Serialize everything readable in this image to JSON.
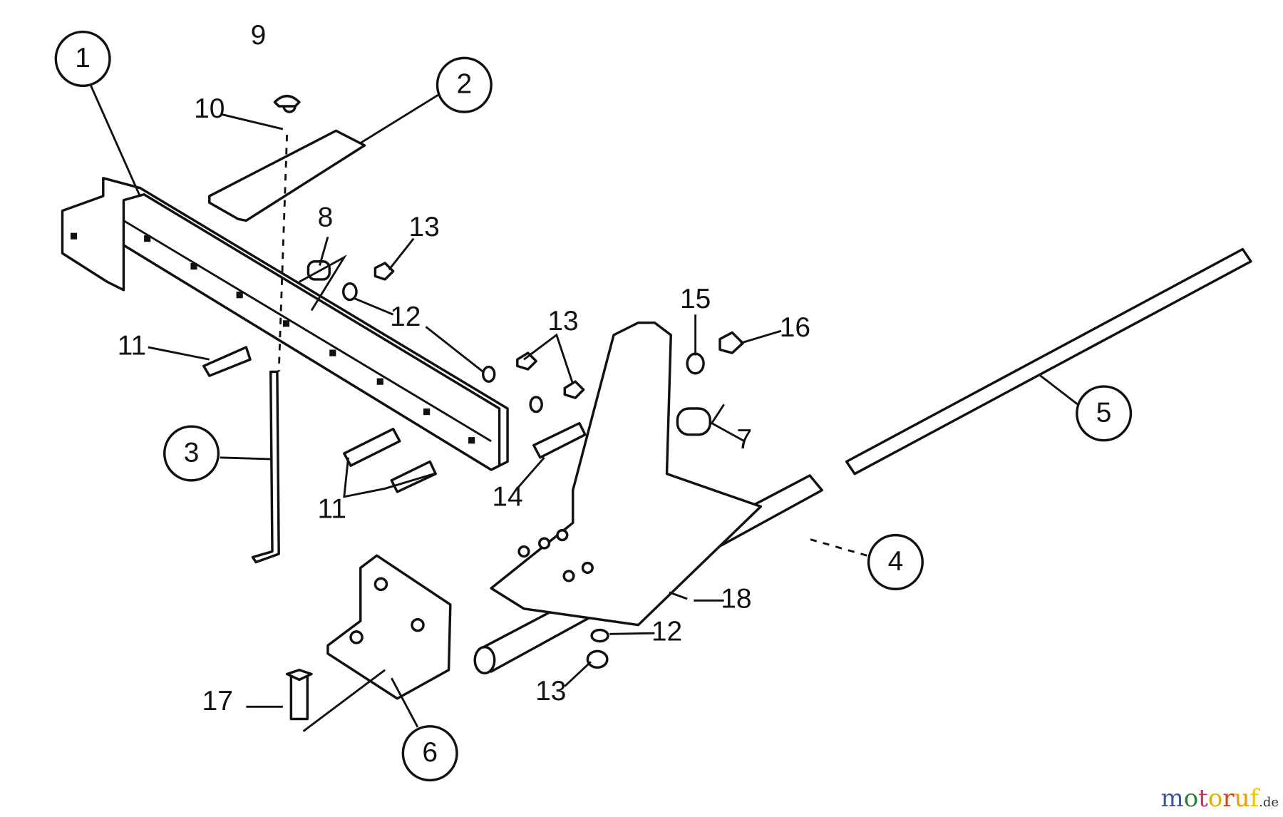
{
  "callouts": {
    "circled": [
      "1",
      "2",
      "3",
      "4",
      "5",
      "6"
    ],
    "plain": [
      "9",
      "10",
      "8",
      "13",
      "12",
      "13",
      "11",
      "11",
      "14",
      "15",
      "16",
      "7",
      "18",
      "12",
      "13",
      "17"
    ]
  },
  "watermark": {
    "text": "motoruf",
    "suffix": ".de",
    "colors": [
      "#3b55a0",
      "#2e7d32",
      "#c0306a",
      "#e0b000",
      "#d84315",
      "#f29b00",
      "#f2c200"
    ]
  }
}
